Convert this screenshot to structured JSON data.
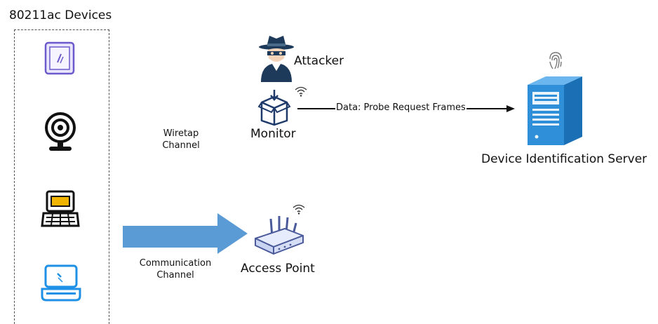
{
  "devices_group": {
    "title": "80211ac Devices",
    "items": [
      {
        "icon": "tablet-icon"
      },
      {
        "icon": "webcam-icon"
      },
      {
        "icon": "laptop-icon"
      },
      {
        "icon": "laptop-blue-icon"
      }
    ]
  },
  "attacker": {
    "label": "Attacker",
    "icon": "spy-icon"
  },
  "monitor": {
    "label": "Monitor",
    "icon": "monitor-box-icon"
  },
  "wiretap": {
    "line1": "Wiretap",
    "line2": "Channel"
  },
  "data_flow": {
    "label": "Data: Probe Request Frames"
  },
  "server": {
    "label": "Device Identification Server",
    "icon": "server-icon"
  },
  "fingerprint": {
    "icon": "fingerprint-icon"
  },
  "communication": {
    "line1": "Communication",
    "line2": "Channel"
  },
  "access_point": {
    "label": "Access Point",
    "icon": "router-icon"
  },
  "colors": {
    "accent_blue": "#5b9bd5",
    "server_blue": "#2f8fd8",
    "device_purple": "#6a5acd",
    "laptop_yellow": "#f0b400"
  }
}
